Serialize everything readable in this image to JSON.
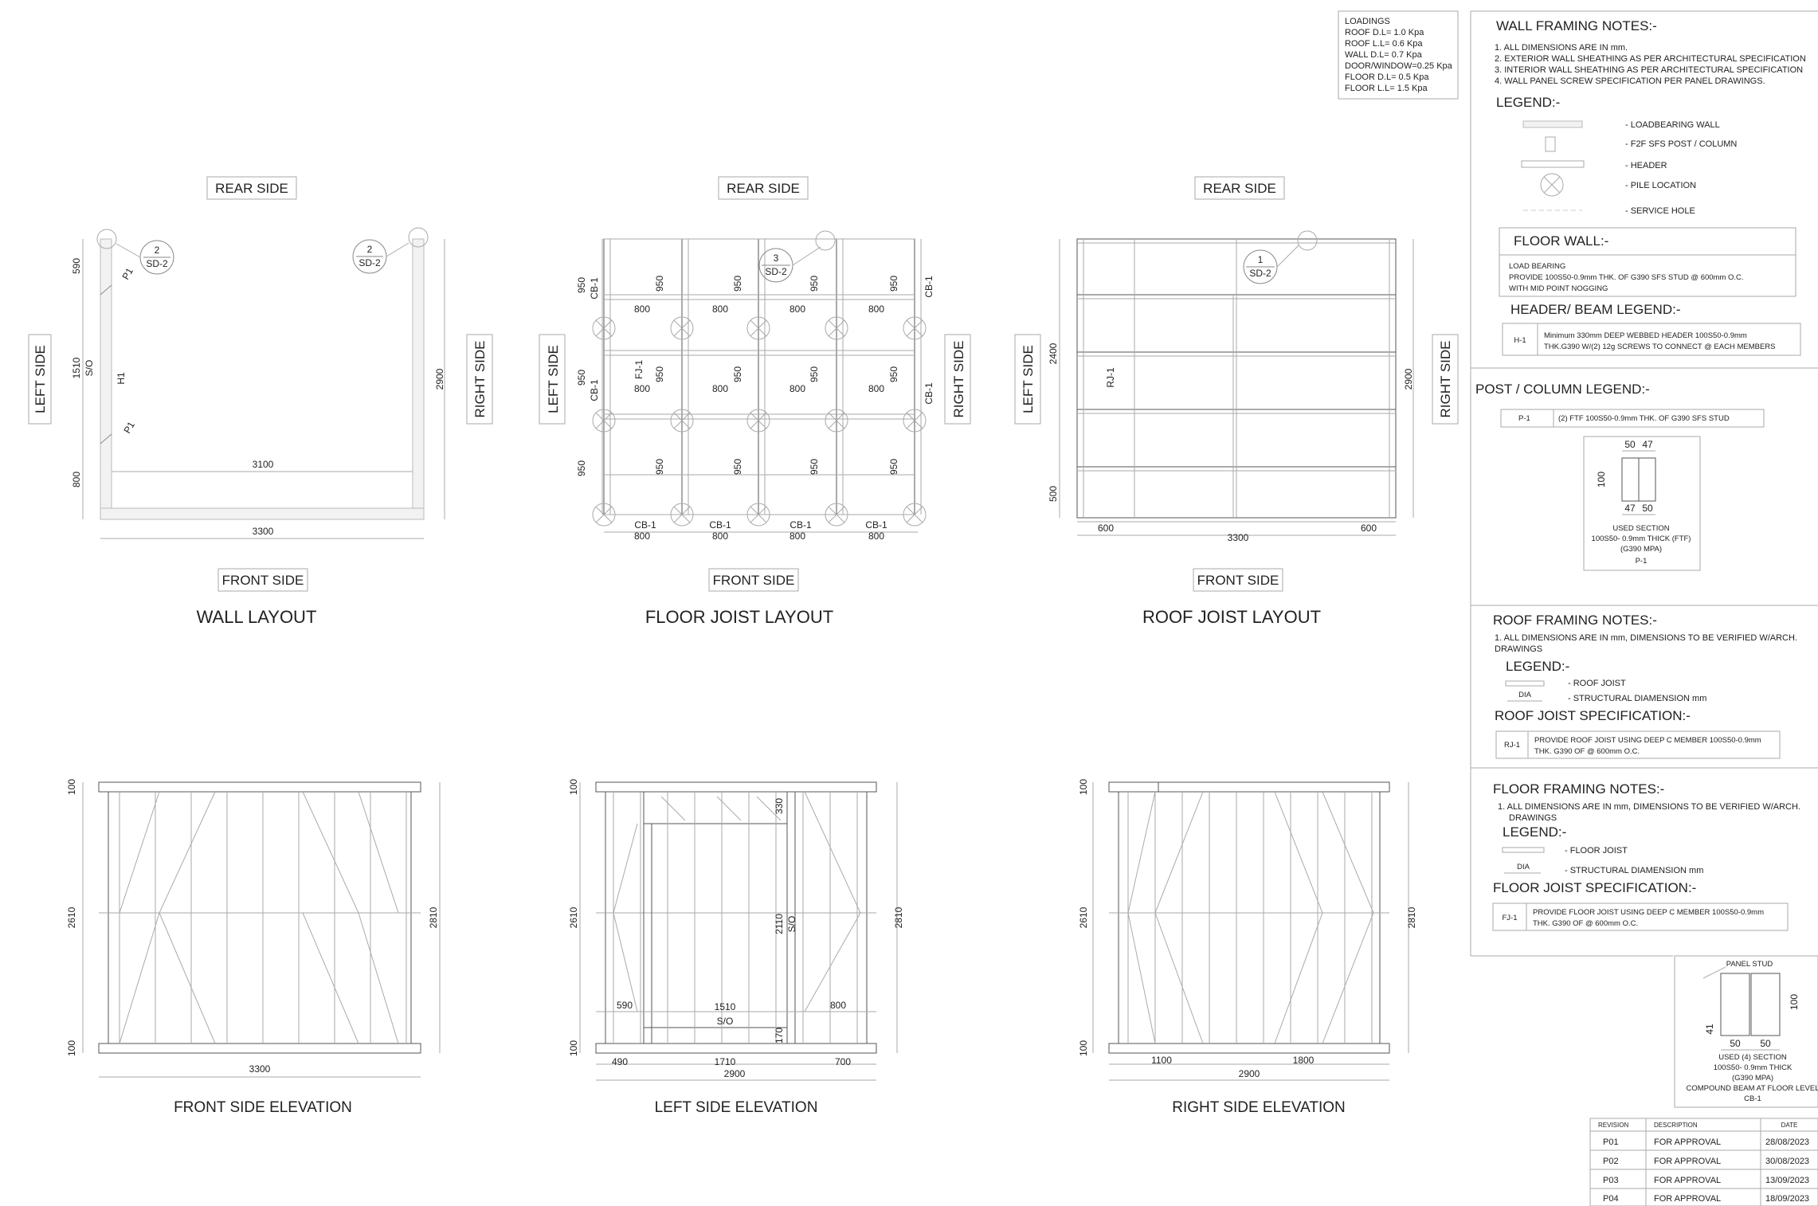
{
  "loadings": {
    "lines": [
      "LOADINGS",
      "ROOF D.L= 1.0 Kpa",
      "ROOF L.L= 0.6 Kpa",
      "WALL D.L= 0.7 Kpa",
      "DOOR/WINDOW=0.25 Kpa",
      "FLOOR D.L= 0.5 Kpa",
      "FLOOR L.L= 1.5 Kpa"
    ]
  },
  "plans": {
    "wall": {
      "title": "WALL LAYOUT",
      "rear": "REAR SIDE",
      "front": "FRONT SIDE",
      "left": "LEFT SIDE",
      "right": "RIGHT SIDE",
      "dims": {
        "d590": "590",
        "d1510": "1510",
        "so": "S/O",
        "d800": "800",
        "d3100": "3100",
        "d3300": "3300",
        "d2900": "2900",
        "h1": "H1",
        "p1a": "P1",
        "p1b": "P1"
      },
      "callouts": [
        {
          "num": "2",
          "ref": "SD-2"
        },
        {
          "num": "2",
          "ref": "SD-2"
        }
      ]
    },
    "floor": {
      "title": "FLOOR JOIST LAYOUT",
      "rear": "REAR SIDE",
      "front": "FRONT SIDE",
      "left": "LEFT SIDE",
      "right": "RIGHT SIDE",
      "row_dims": [
        "950",
        "950",
        "950"
      ],
      "span_dims": [
        "800",
        "800",
        "800",
        "800"
      ],
      "cb": "CB-1",
      "fj": "FJ-1",
      "callout": {
        "num": "3",
        "ref": "SD-2"
      }
    },
    "roof": {
      "title": "ROOF JOIST LAYOUT",
      "rear": "REAR SIDE",
      "front": "FRONT SIDE",
      "left": "LEFT SIDE",
      "right": "RIGHT SIDE",
      "dims": {
        "d2400": "2400",
        "d500": "500",
        "d2900": "2900",
        "d600a": "600",
        "d3300": "3300",
        "d600b": "600",
        "rj": "RJ-1"
      },
      "callout": {
        "num": "1",
        "ref": "SD-2"
      }
    }
  },
  "elevations": {
    "front": {
      "title": "FRONT SIDE ELEVATION",
      "d100a": "100",
      "d2610": "2610",
      "d100b": "100",
      "d2810": "2810",
      "d3300": "3300"
    },
    "left": {
      "title": "LEFT SIDE ELEVATION",
      "d100a": "100",
      "d2610": "2610",
      "d100b": "100",
      "d2810": "2810",
      "d330": "330",
      "d2110": "2110",
      "so": "S/O",
      "d590": "590",
      "d1510": "1510",
      "so2": "S/O",
      "d800": "800",
      "d170": "170",
      "d490": "490",
      "d1710": "1710",
      "d700": "700",
      "d2900": "2900"
    },
    "right": {
      "title": "RIGHT SIDE ELEVATION",
      "d100a": "100",
      "d2610": "2610",
      "d100b": "100",
      "d2810": "2810",
      "d1100": "1100",
      "d1800": "1800",
      "d2900": "2900"
    }
  },
  "notes": {
    "wall_heading": "WALL FRAMING NOTES:-",
    "wall_notes": [
      "1.  ALL DIMENSIONS ARE IN mm.",
      "2.  EXTERIOR WALL SHEATHING AS PER ARCHITECTURAL SPECIFICATION",
      "3.  INTERIOR WALL SHEATHING AS PER ARCHITECTURAL SPECIFICATION",
      "4.  WALL PANEL SCREW SPECIFICATION PER PANEL DRAWINGS."
    ],
    "legend_heading": "LEGEND:-",
    "legend_items": [
      "- LOADBEARING WALL",
      "-  F2F SFS POST / COLUMN",
      "-  HEADER",
      "-  PILE LOCATION",
      "- SERVICE HOLE"
    ],
    "floor_wall_heading": "FLOOR WALL:-",
    "floor_wall_text": [
      "LOAD BEARING",
      "PROVIDE 100S50-0.9mm THK. OF G390  SFS STUD  @ 600mm O.C.",
      "WITH MID POINT NOGGING"
    ],
    "header_heading": "HEADER/  BEAM LEGEND:-",
    "header_code": "H-1",
    "header_text": [
      "Minimum 330mm DEEP WEBBED HEADER 100S50-0.9mm",
      "THK.G390 W/(2) 12g SCREWS TO CONNECT @ EACH MEMBERS"
    ],
    "post_heading": "POST / COLUMN LEGEND:-",
    "post_code": "P-1",
    "post_text": "(2) FTF 100S50-0.9mm THK. OF G390  SFS STUD",
    "section": {
      "d50a": "50",
      "d47a": "47",
      "d100": "100",
      "d47b": "47",
      "d50b": "50",
      "lines": [
        "USED SECTION",
        "100S50- 0.9mm THICK (FTF)",
        "(G390 MPA)",
        "P-1"
      ]
    },
    "roof_heading": "ROOF FRAMING NOTES:-",
    "roof_notes": [
      "1.  ALL DIMENSIONS ARE IN mm, DIMENSIONS TO BE VERIFIED W/ARCH.",
      "DRAWINGS"
    ],
    "roof_legend_heading": "LEGEND:-",
    "roof_legend_items": [
      "-  ROOF  JOIST",
      "-  STRUCTURAL DIAMENSION mm"
    ],
    "dia": "DIA",
    "roof_spec_heading": "ROOF JOIST  SPECIFICATION:-",
    "roof_spec_code": "RJ-1",
    "roof_spec_text": [
      "PROVIDE  ROOF JOIST USING DEEP C MEMBER 100S50-0.9mm",
      "THK. G390 OF @ 600mm O.C."
    ],
    "floor_heading": "FLOOR FRAMING NOTES:-",
    "floor_notes": [
      "1.  ALL DIMENSIONS ARE IN mm, DIMENSIONS TO BE VERIFIED W/ARCH.",
      "DRAWINGS"
    ],
    "floor_legend_heading": "LEGEND:-",
    "floor_legend_items": [
      "-  FLOOR  JOIST",
      "-  STRUCTURAL DIAMENSION mm"
    ],
    "floor_spec_heading": "FLOOR JOIST  SPECIFICATION:-",
    "floor_spec_code": "FJ-1",
    "floor_spec_text": [
      "PROVIDE FLOOR JOIST USING DEEP C MEMBER 100S50-0.9mm",
      "THK. G390 OF @ 600mm O.C."
    ],
    "stud": {
      "title": "PANEL STUD",
      "d100": "100",
      "d41": "41",
      "d50a": "50",
      "d50b": "50",
      "lines": [
        "USED (4) SECTION",
        "100S50- 0.9mm THICK",
        "(G390 MPA)",
        "COMPOUND BEAM AT FLOOR LEVEL",
        "CB-1"
      ]
    }
  },
  "revisions": {
    "headers": [
      "REVISION",
      "DESCRIPTION",
      "DATE"
    ],
    "rows": [
      [
        "P01",
        "FOR APPROVAL",
        "28/08/2023"
      ],
      [
        "P02",
        "FOR APPROVAL",
        "30/08/2023"
      ],
      [
        "P03",
        "FOR APPROVAL",
        "13/09/2023"
      ],
      [
        "P04",
        "FOR APPROVAL",
        "18/09/2023"
      ]
    ]
  }
}
